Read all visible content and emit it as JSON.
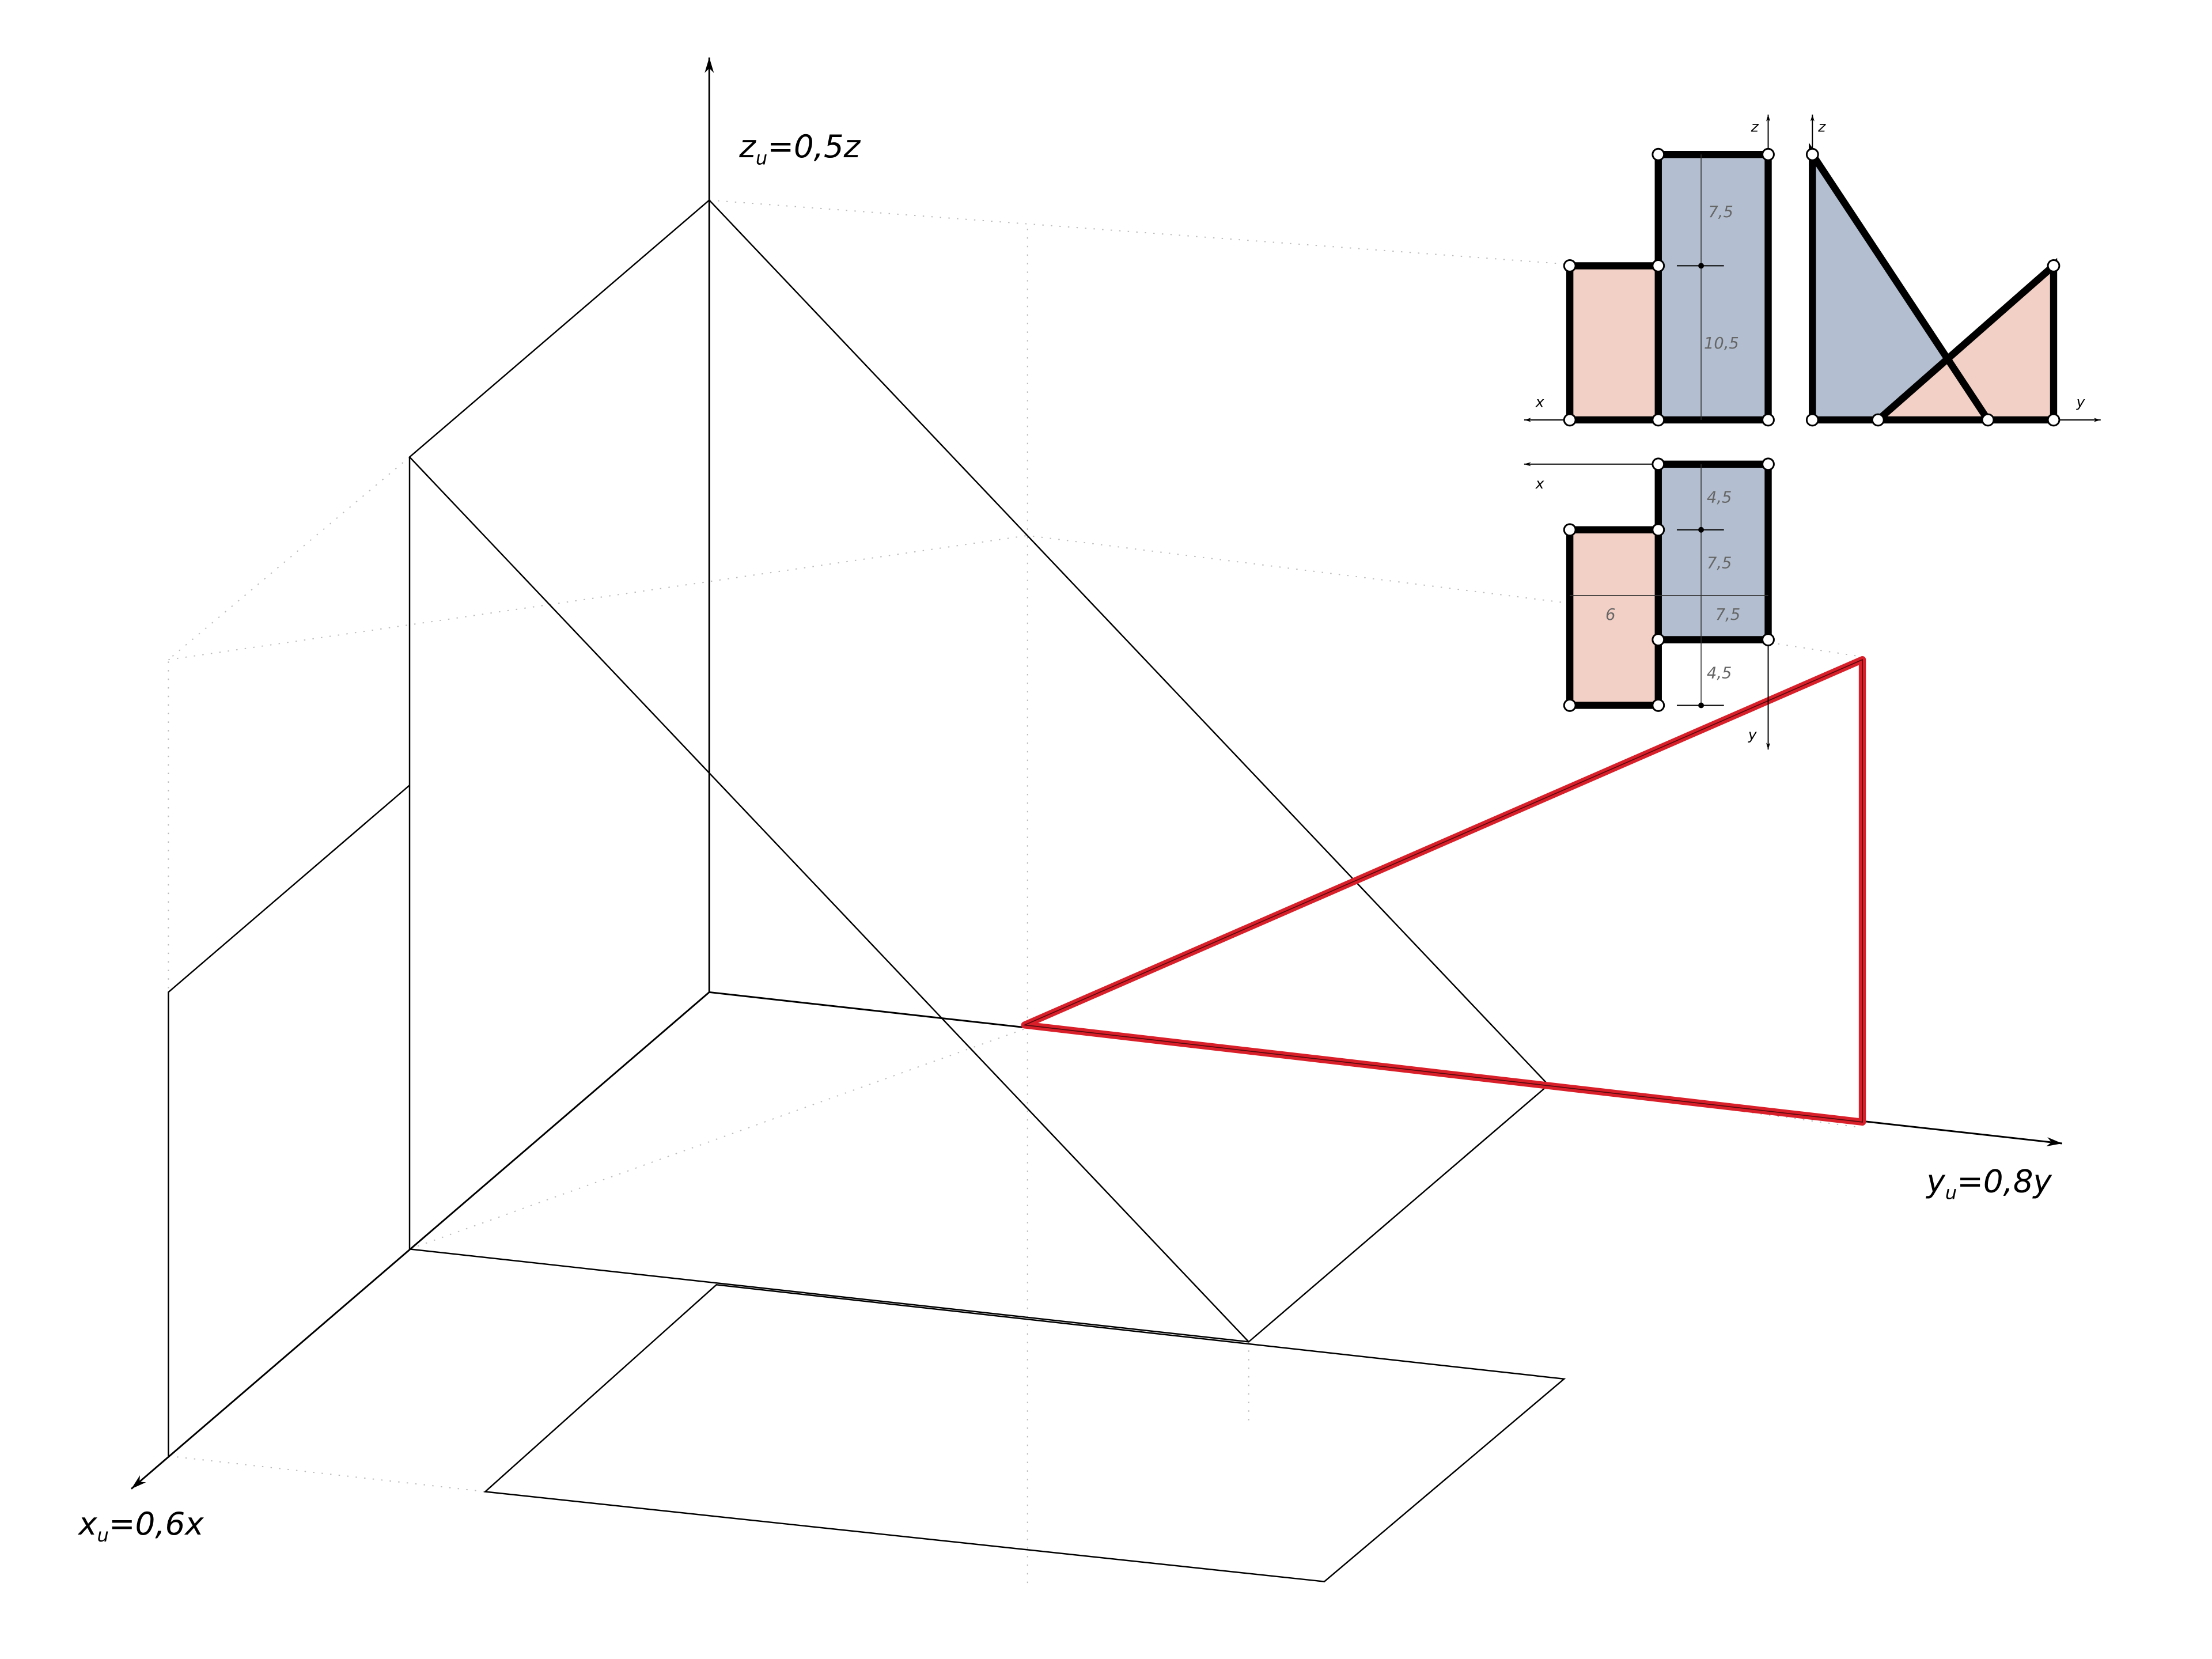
{
  "axes": {
    "z_label": "z",
    "z_sub": "u",
    "z_rest": "=0,5z",
    "y_label": "y",
    "y_sub": "u",
    "y_rest": "=0,8y",
    "x_label": "x",
    "x_sub": "u",
    "x_rest": "=0,6x"
  },
  "inset": {
    "front_view": {
      "axis_z": "z",
      "axis_x": "x",
      "dim_top": "7,5",
      "dim_bottom": "10,5"
    },
    "side_view": {
      "axis_z": "z",
      "axis_y": "y"
    },
    "top_view": {
      "axis_x": "x",
      "axis_y": "y",
      "dim_a": "4,5",
      "dim_b": "7,5",
      "dim_c": "6",
      "dim_d": "7,5",
      "dim_e": "4,5"
    }
  },
  "colors": {
    "blue_fill": "#b3bfd0",
    "pink_fill": "#f3d0c5",
    "highlight": "#d9202a"
  }
}
